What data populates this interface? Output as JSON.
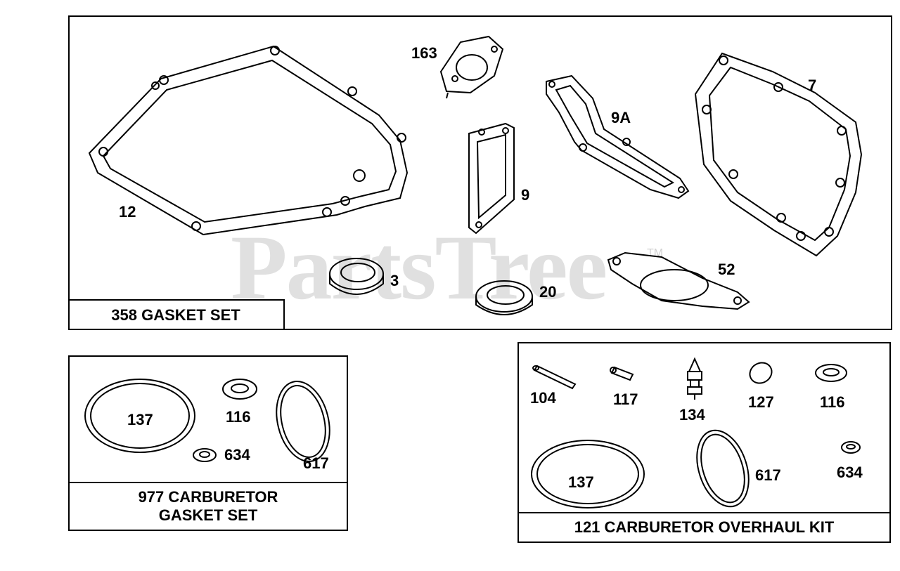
{
  "watermark": {
    "text": "PartsTree",
    "tm": "TM"
  },
  "panels": {
    "gasket_set": {
      "title": "358 GASKET SET",
      "callouts": {
        "p163": "163",
        "p7": "7",
        "p9a": "9A",
        "p9": "9",
        "p12": "12",
        "p3": "3",
        "p20": "20",
        "p52": "52"
      }
    },
    "carb_gasket_set": {
      "title_line1": "977 CARBURETOR",
      "title_line2": "GASKET SET",
      "callouts": {
        "p137": "137",
        "p116": "116",
        "p634": "634",
        "p617": "617"
      }
    },
    "carb_overhaul_kit": {
      "title": "121 CARBURETOR OVERHAUL KIT",
      "callouts": {
        "p104": "104",
        "p117": "117",
        "p134": "134",
        "p127": "127",
        "p116": "116",
        "p137": "137",
        "p617": "617",
        "p634": "634"
      }
    }
  }
}
